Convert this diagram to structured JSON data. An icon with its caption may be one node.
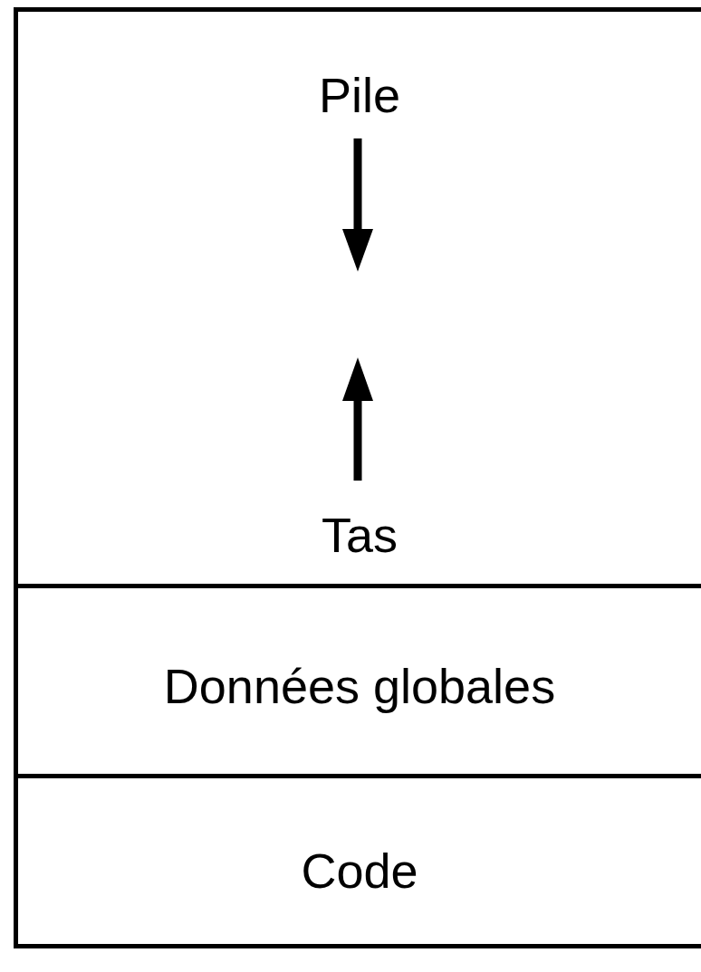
{
  "diagram": {
    "nodes": [
      {
        "text": [
          "Pile",
          "Tas"
        ]
      },
      {
        "text": [
          "Données globales"
        ]
      },
      {
        "text": [
          "Code"
        ]
      }
    ]
  }
}
